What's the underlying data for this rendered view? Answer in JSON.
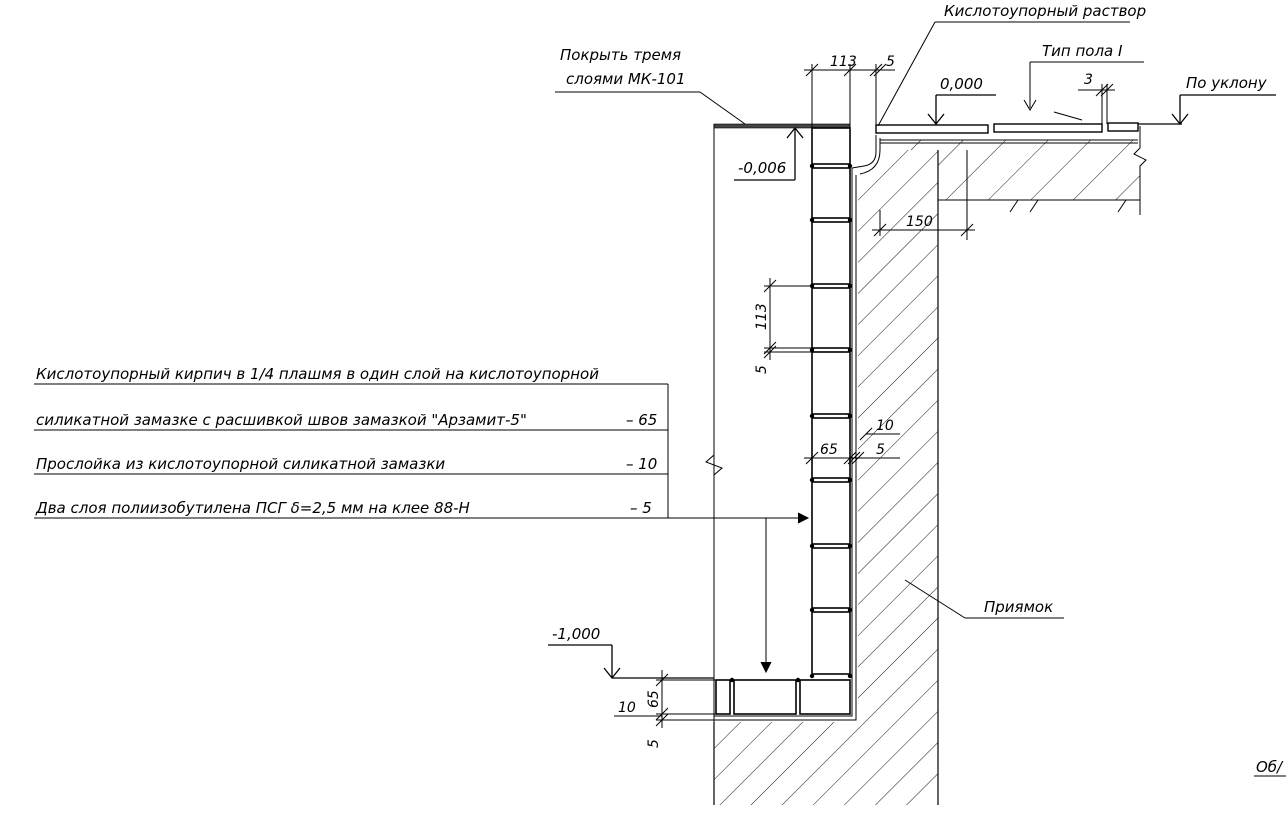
{
  "diagram": {
    "callouts": {
      "acid_mortar": "Кислотоупорный раствор",
      "coat": [
        "Покрыть тремя",
        "слоями МК-101"
      ],
      "floor_type": "Тип пола I",
      "slope": "По уклону",
      "pit": "Приямок",
      "cut_edge": "Об/"
    },
    "levels": {
      "zero": "0,000",
      "minus_006": "-0,006",
      "minus_1000": "-1,000"
    },
    "dimensions": {
      "d113_top": "113",
      "d5_top": "5",
      "d3": "3",
      "d150": "150",
      "d113_side": "113",
      "d5_side": "5",
      "d10": "10",
      "d5_mid": "5",
      "d65": "65",
      "d65_bottom": "65",
      "d10_bottom": "10",
      "d5_bottom": "5"
    },
    "layers": [
      {
        "text": "Кислотоупорный кирпич в 1/4 плашмя в один слой на кислотоупорной",
        "value": ""
      },
      {
        "text": "силикатной замазке с расшивкой швов замазкой \"Арзамит-5\"",
        "value": "– 65"
      },
      {
        "text": "Прослойка из кислотоупорной силикатной замазки",
        "value": "– 10"
      },
      {
        "text": "Два слоя полиизобутилена ПСГ δ=2,5 мм на клее 88-Н",
        "value": "– 5"
      }
    ]
  }
}
